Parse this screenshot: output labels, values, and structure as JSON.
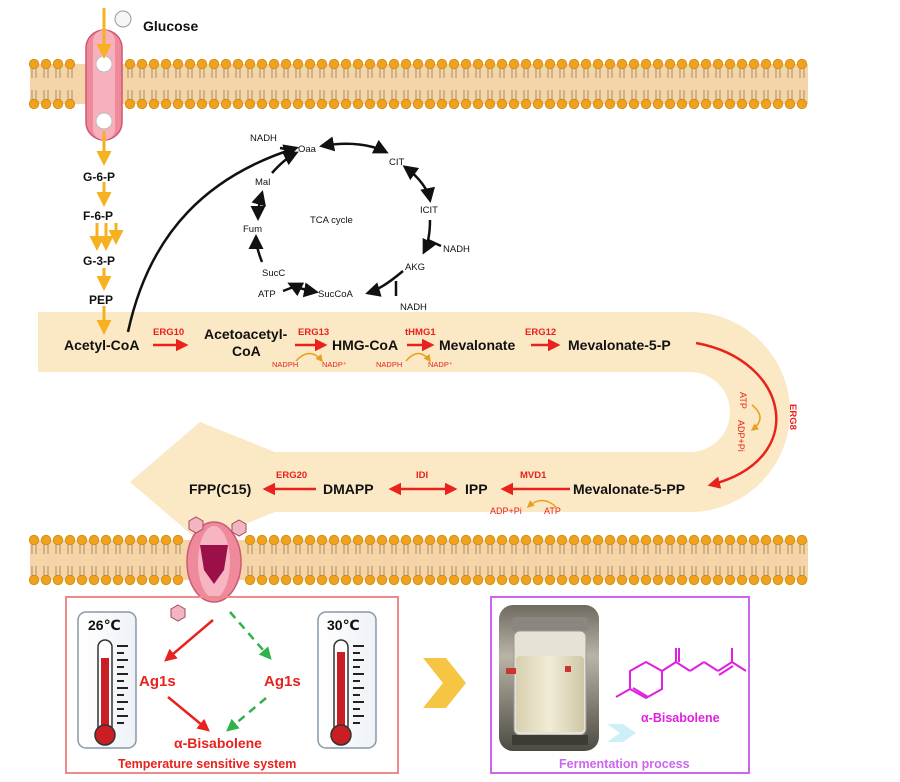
{
  "membrane_labels": {
    "glucose": "Glucose"
  },
  "glycolysis": {
    "g6p": "G-6-P",
    "f6p": "F-6-P",
    "g3p": "G-3-P",
    "pep": "PEP"
  },
  "tca": {
    "title": "TCA cycle",
    "oaa": "Oaa",
    "cit": "CIT",
    "icit": "ICIT",
    "akg": "AKG",
    "succoa": "SucCoA",
    "succ": "SucC",
    "fum": "Fum",
    "mal": "Mal",
    "nadh_top": "NADH",
    "nadh_icit": "NADH",
    "nadh_akg": "NADH",
    "atp": "ATP"
  },
  "pathway": {
    "acetyl_coa": "Acetyl-CoA",
    "acetoacetyl_coa_1": "Acetoacetyl-",
    "acetoacetyl_coa_2": "CoA",
    "hmg_coa": "HMG-CoA",
    "mevalonate": "Mevalonate",
    "mevalonate_5p": "Mevalonate-5-P",
    "mevalonate_5pp": "Mevalonate-5-PP",
    "ipp": "IPP",
    "dmapp": "DMAPP",
    "fpp": "FPP(C15)"
  },
  "enzymes": {
    "erg10": "ERG10",
    "erg13": "ERG13",
    "thmg1": "tHMG1",
    "erg12": "ERG12",
    "erg8": "ERG8",
    "mvd1": "MVD1",
    "idi": "IDI",
    "erg20": "ERG20"
  },
  "cofactors": {
    "nadph_1": "NADPH",
    "nadp_1": "NADP⁺",
    "nadph_2": "NADPH",
    "nadp_2": "NADP⁺",
    "atp_erg8": "ATP",
    "adp_erg8": "ADP+Pi",
    "adp_mvd1": "ADP+Pi",
    "atp_mvd1": "ATP"
  },
  "temperature_system": {
    "temp_left": "26℃",
    "temp_right": "30℃",
    "ag1s_left": "Ag1s",
    "ag1s_right": "Ag1s",
    "product": "α-Bisabolene",
    "caption": "Temperature sensitive system"
  },
  "fermentation": {
    "product": "α-Bisabolene",
    "caption": "Fermentation process"
  },
  "colors": {
    "membrane_head": "#f0a21c",
    "membrane_tail": "#f5d5a8",
    "pathway_band": "#fbe8c4",
    "glycolysis_arrow": "#f5b120",
    "enzyme_red": "#e8221c",
    "transporter": "#e8869a",
    "box_red": "#f08a8a",
    "box_purple": "#cc66ee",
    "bisabolene_magenta": "#e020e0",
    "green_dashed": "#2fb24a"
  }
}
